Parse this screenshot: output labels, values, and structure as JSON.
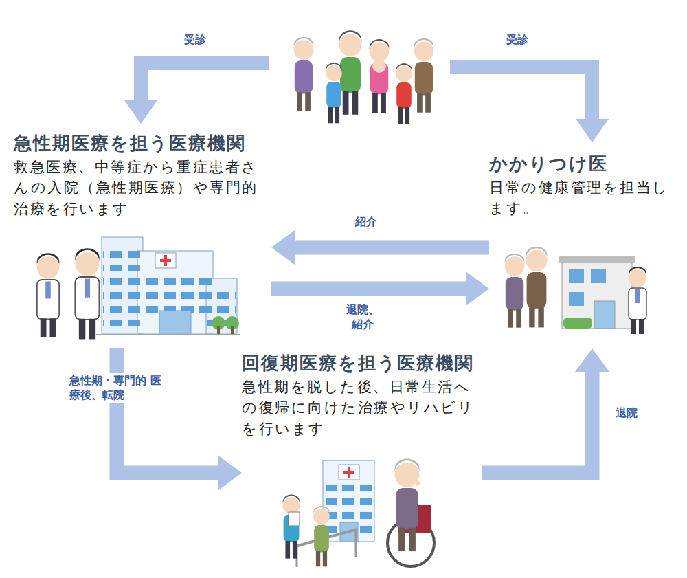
{
  "diagram": {
    "nodes": [
      {
        "text": [
          "急性期医療を担う医療機関",
          "救急医療、中等症から重症患者さんの入院（急性期医療）や専門的治療を行います"
        ]
      },
      {
        "text": [
          "かかりつけ医",
          "日常の健康管理を担当します。"
        ]
      },
      {
        "text": [
          "回復期医療を担う医療機関",
          "急性期を脱した後、日常生活への復帰に向けた治療やリハビリを行います"
        ]
      }
    ],
    "edges": [
      {
        "from": 1,
        "to": 0,
        "arrow": "to",
        "label": "紹介"
      },
      {
        "from": 0,
        "to": 1,
        "arrow": "to",
        "label": "退院、 紹介"
      },
      {
        "from": 0,
        "to": 2,
        "arrow": "to",
        "label": "急性期・専門的 医療後、転院"
      },
      {
        "from": 2,
        "to": 1,
        "arrow": "to",
        "label": "退院"
      }
    ],
    "labels": [
      "受診",
      "受診"
    ]
  }
}
